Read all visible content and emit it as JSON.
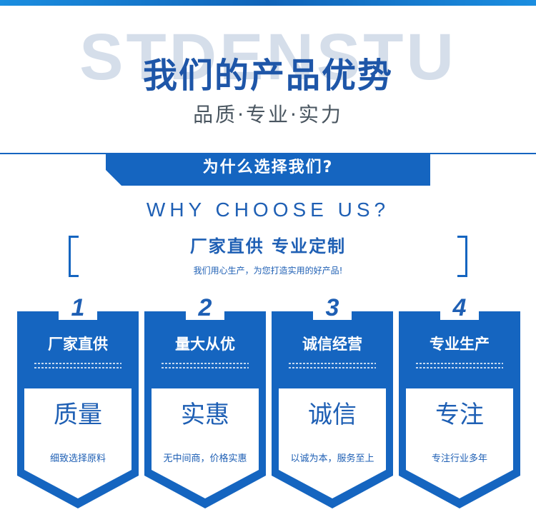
{
  "header": {
    "watermark": "STDENSTU",
    "title": "我们的产品优势",
    "subtitle": "品质·专业·实力"
  },
  "banner": {
    "text": "为什么选择我们?"
  },
  "why": "WHY CHOOSE US?",
  "factory": {
    "title": "厂家直供  专业定制",
    "subtitle": "我们用心生产，为您打造实用的好产品!"
  },
  "cards": [
    {
      "number": "1",
      "title": "厂家直供",
      "big": "质量",
      "desc": "细致选择原料"
    },
    {
      "number": "2",
      "title": "量大从优",
      "big": "实惠",
      "desc": "无中间商，价格实惠"
    },
    {
      "number": "3",
      "title": "诚信经营",
      "big": "诚信",
      "desc": "以诚为本，服务至上"
    },
    {
      "number": "4",
      "title": "专业生产",
      "big": "专注",
      "desc": "专注行业多年"
    }
  ],
  "colors": {
    "primary": "#1565c0",
    "title": "#1e56a8",
    "watermark": "#d5deea"
  }
}
